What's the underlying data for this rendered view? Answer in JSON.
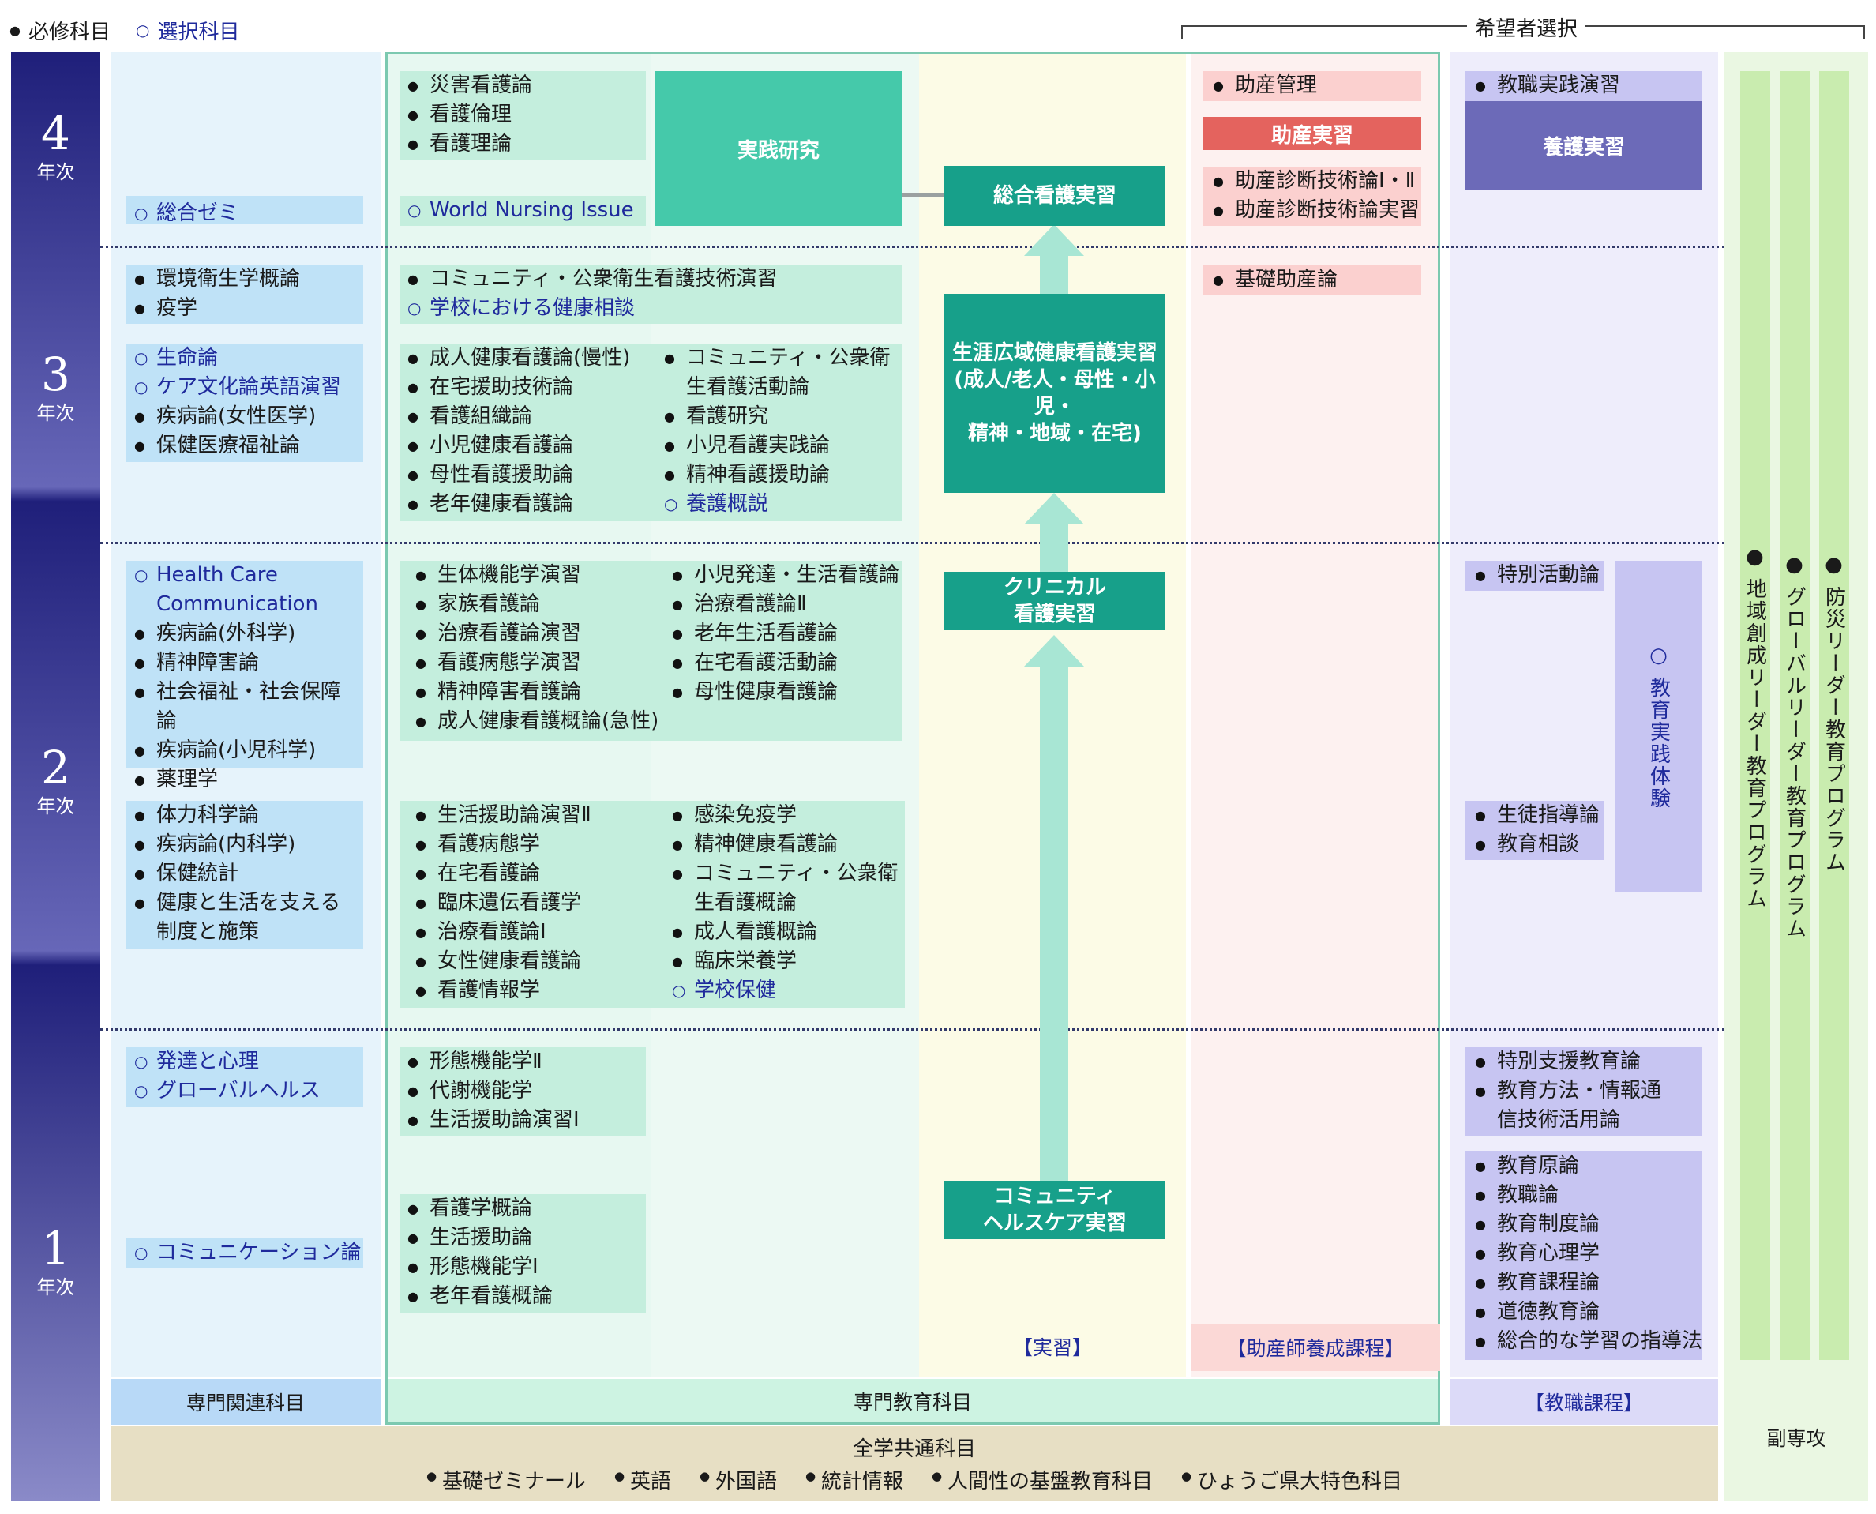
{
  "legend": {
    "required": "必修科目",
    "elective": "選択科目"
  },
  "kibou": "希望者選択",
  "years": [
    {
      "num": "4",
      "label": "年次"
    },
    {
      "num": "3",
      "label": "年次"
    },
    {
      "num": "2",
      "label": "年次"
    },
    {
      "num": "1",
      "label": "年次"
    }
  ],
  "related": {
    "y4": [
      {
        "t": "総合ゼミ",
        "o": true
      }
    ],
    "y3a": [
      {
        "t": "環境衛生学概論",
        "o": false
      },
      {
        "t": "疫学",
        "o": false
      }
    ],
    "y3b": [
      {
        "t": "生命論",
        "o": true
      },
      {
        "t": "ケア文化論英語演習",
        "o": true
      },
      {
        "t": "疾病論(女性医学)",
        "o": false
      },
      {
        "t": "保健医療福祉論",
        "o": false
      }
    ],
    "y2a": [
      {
        "t": "Health Care Communication",
        "o": true
      },
      {
        "t": "疾病論(外科学)",
        "o": false
      },
      {
        "t": "精神障害論",
        "o": false
      },
      {
        "t": "社会福祉・社会保障論",
        "o": false
      },
      {
        "t": "疾病論(小児科学)",
        "o": false
      },
      {
        "t": "薬理学",
        "o": false
      }
    ],
    "y2b": [
      {
        "t": "体力科学論",
        "o": false
      },
      {
        "t": "疾病論(内科学)",
        "o": false
      },
      {
        "t": "保健統計",
        "o": false
      },
      {
        "t": "健康と生活を支える制度と施策",
        "o": false
      }
    ],
    "y1a": [
      {
        "t": "発達と心理",
        "o": true
      },
      {
        "t": "グローバルヘルス",
        "o": true
      }
    ],
    "y1b": [
      {
        "t": "コミュニケーション論",
        "o": true
      }
    ]
  },
  "senmon": {
    "y4a": [
      {
        "t": "災害看護論",
        "o": false
      },
      {
        "t": "看護倫理",
        "o": false
      },
      {
        "t": "看護理論",
        "o": false
      }
    ],
    "y4b": [
      {
        "t": "World Nursing Issue",
        "o": true
      }
    ],
    "jissen": "実践研究",
    "y3a": [
      {
        "t": "コミュニティ・公衆衛生看護技術演習",
        "o": false
      },
      {
        "t": "学校における健康相談",
        "o": true
      }
    ],
    "y3b1": [
      {
        "t": "成人健康看護論(慢性)",
        "o": false
      },
      {
        "t": "在宅援助技術論",
        "o": false
      },
      {
        "t": "看護組織論",
        "o": false
      },
      {
        "t": "小児健康看護論",
        "o": false
      },
      {
        "t": "母性看護援助論",
        "o": false
      },
      {
        "t": "老年健康看護論",
        "o": false
      }
    ],
    "y3b2": [
      {
        "t": "コミュニティ・公衆衛生看護活動論",
        "o": false
      },
      {
        "t": "看護研究",
        "o": false
      },
      {
        "t": "小児看護実践論",
        "o": false
      },
      {
        "t": "精神看護援助論",
        "o": false
      },
      {
        "t": "養護概説",
        "o": true
      }
    ],
    "y2a1": [
      {
        "t": "生体機能学演習",
        "o": false
      },
      {
        "t": "家族看護論",
        "o": false
      },
      {
        "t": "治療看護論演習",
        "o": false
      },
      {
        "t": "看護病態学演習",
        "o": false
      },
      {
        "t": "精神障害看護論",
        "o": false
      },
      {
        "t": "成人健康看護概論(急性)",
        "o": false
      }
    ],
    "y2a2": [
      {
        "t": "小児発達・生活看護論",
        "o": false
      },
      {
        "t": "治療看護論Ⅱ",
        "o": false
      },
      {
        "t": "老年生活看護論",
        "o": false
      },
      {
        "t": "在宅看護活動論",
        "o": false
      },
      {
        "t": "母性健康看護論",
        "o": false
      }
    ],
    "y2b1": [
      {
        "t": "生活援助論演習Ⅱ",
        "o": false
      },
      {
        "t": "看護病態学",
        "o": false
      },
      {
        "t": "在宅看護論",
        "o": false
      },
      {
        "t": "臨床遺伝看護学",
        "o": false
      },
      {
        "t": "治療看護論Ⅰ",
        "o": false
      },
      {
        "t": "女性健康看護論",
        "o": false
      },
      {
        "t": "看護情報学",
        "o": false
      }
    ],
    "y2b2": [
      {
        "t": "感染免疫学",
        "o": false
      },
      {
        "t": "精神健康看護論",
        "o": false
      },
      {
        "t": "コミュニティ・公衆衛生看護概論",
        "o": false
      },
      {
        "t": "成人看護概論",
        "o": false
      },
      {
        "t": "臨床栄養学",
        "o": false
      },
      {
        "t": "学校保健",
        "o": true
      }
    ],
    "y1a": [
      {
        "t": "形態機能学Ⅱ",
        "o": false
      },
      {
        "t": "代謝機能学",
        "o": false
      },
      {
        "t": "生活援助論演習Ⅰ",
        "o": false
      }
    ],
    "y1b": [
      {
        "t": "看護学概論",
        "o": false
      },
      {
        "t": "生活援助論",
        "o": false
      },
      {
        "t": "形態機能学Ⅰ",
        "o": false
      },
      {
        "t": "老年看護概論",
        "o": false
      }
    ]
  },
  "practicum": {
    "sogo": "総合看護実習",
    "shogai": [
      "生涯広域健康看護実習",
      "(成人/老人・母性・小児・",
      "精神・地域・在宅)"
    ],
    "clinical": [
      "クリニカル",
      "看護実習"
    ],
    "community": [
      "コミュニティ",
      "ヘルスケア実習"
    ],
    "label": "【実習】"
  },
  "midwife": {
    "kanri": "助産管理",
    "jisshu": "助産実習",
    "shindan": [
      {
        "t": "助産診断技術論Ⅰ・Ⅱ",
        "o": false
      },
      {
        "t": "助産診断技術論実習",
        "o": false
      }
    ],
    "kiso": "基礎助産論",
    "label": "【助産師養成課程】"
  },
  "teacher": {
    "enshu": "教職実践演習",
    "yogo": "養護実習",
    "tokubetsu": "特別活動論",
    "taiken": "○ 教育実践体験",
    "seito": [
      {
        "t": "生徒指導論",
        "o": false
      },
      {
        "t": "教育相談",
        "o": false
      }
    ],
    "y1a": [
      {
        "t": "特別支援教育論",
        "o": false
      },
      {
        "t": "教育方法・情報通信技術活用論",
        "o": false
      }
    ],
    "y1b": [
      {
        "t": "教育原論",
        "o": false
      },
      {
        "t": "教職論",
        "o": false
      },
      {
        "t": "教育制度論",
        "o": false
      },
      {
        "t": "教育心理学",
        "o": false
      },
      {
        "t": "教育課程論",
        "o": false
      },
      {
        "t": "道徳教育論",
        "o": false
      },
      {
        "t": "総合的な学習の指導法",
        "o": false
      }
    ],
    "label": "【教職課程】"
  },
  "minor": {
    "programs": [
      "● 地域創成リーダー教育プログラム",
      "● グローバルリーダー教育プログラム",
      "● 防災リーダー教育プログラム"
    ],
    "label": "副専攻"
  },
  "footer": {
    "related": "専門関連科目",
    "senmon": "専門教育科目",
    "common_title": "全学共通科目",
    "common_items": [
      "基礎ゼミナール",
      "英語",
      "外国語",
      "統計情報",
      "人間性の基盤教育科目",
      "ひょうご県大特色科目"
    ]
  }
}
